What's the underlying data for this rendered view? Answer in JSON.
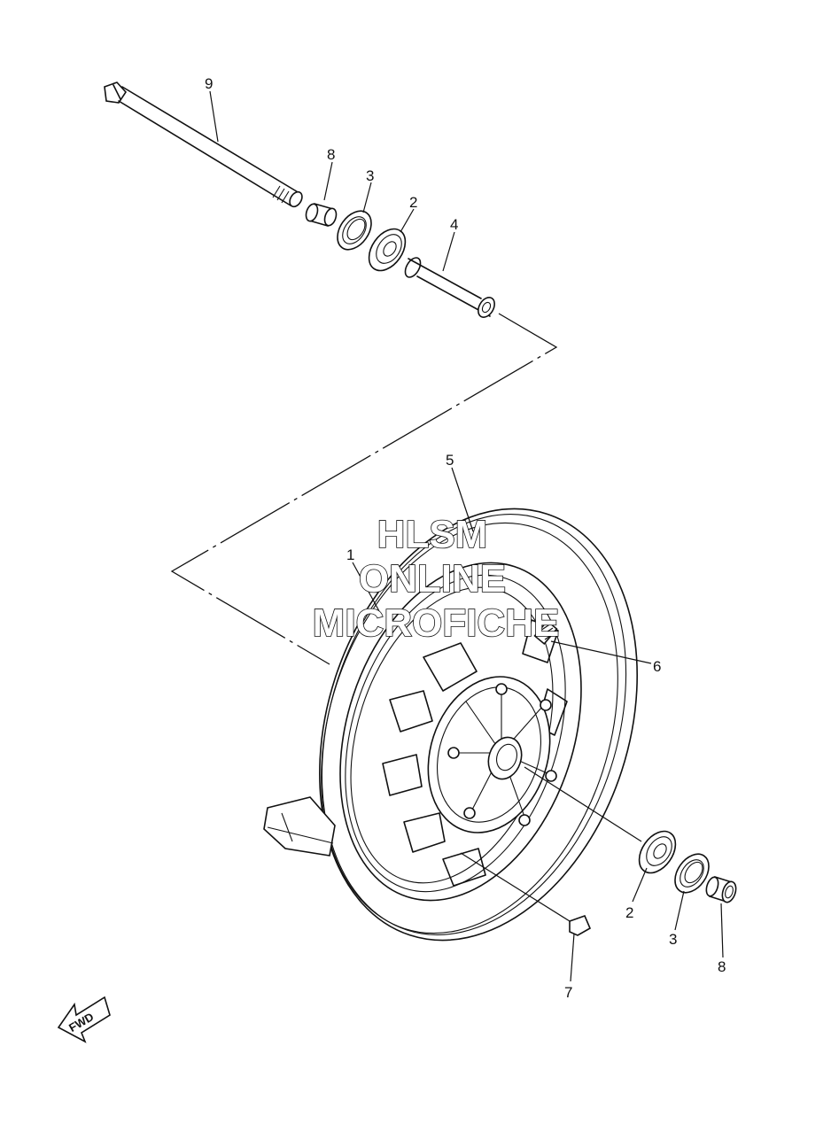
{
  "watermark": {
    "line1": "HLSM",
    "line2": "ONLINE",
    "line3": "MICROFICHE"
  },
  "fwd_label": "FWD",
  "callouts": {
    "axle": "9",
    "collar_top": "8",
    "oil_seal_top": "3",
    "bearing_top": "2",
    "spacer": "4",
    "tire": "5",
    "wheel": "1",
    "valve": "6",
    "bearing_bottom": "2",
    "oil_seal_bottom": "3",
    "collar_bottom": "8",
    "balance_weight": "7"
  }
}
